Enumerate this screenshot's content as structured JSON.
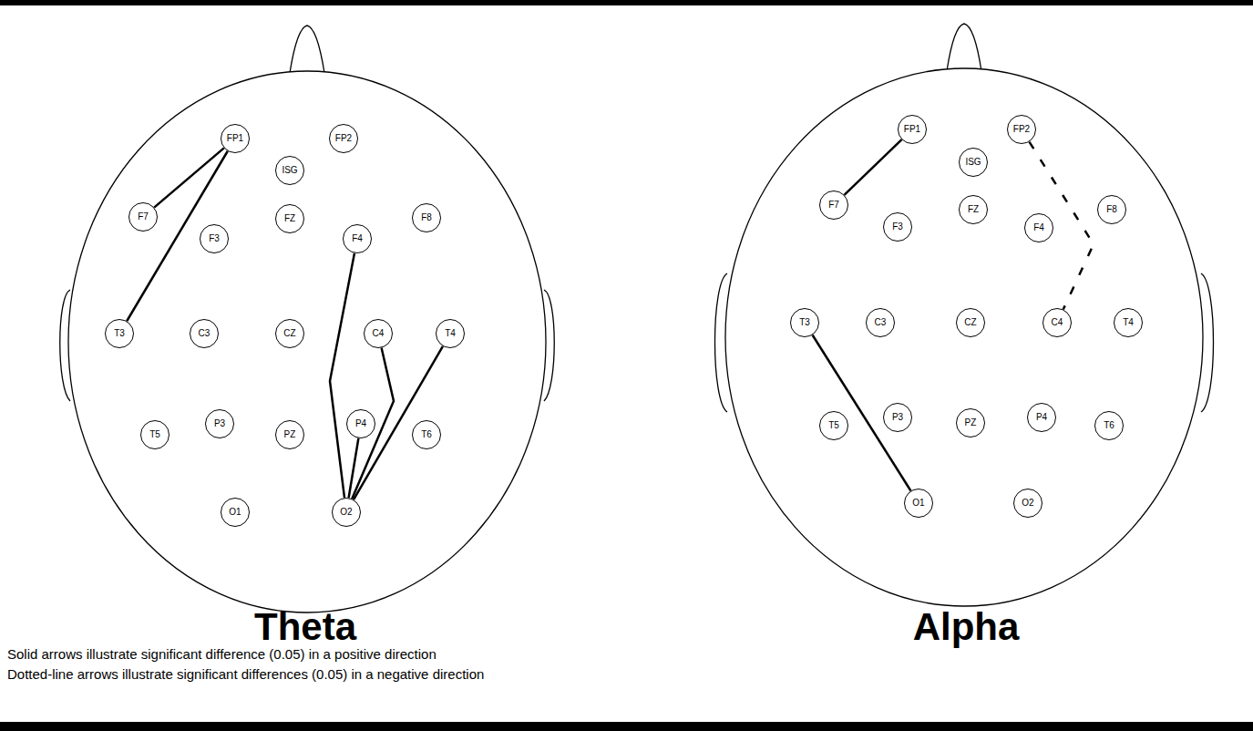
{
  "diagram": {
    "nodes": [
      {
        "text": [
          "FP1"
        ]
      },
      {
        "text": [
          "FP2"
        ]
      },
      {
        "text": [
          "ISG"
        ]
      },
      {
        "text": [
          "F7"
        ]
      },
      {
        "text": [
          "F3"
        ]
      },
      {
        "text": [
          "FZ"
        ]
      },
      {
        "text": [
          "F4"
        ]
      },
      {
        "text": [
          "F8"
        ]
      },
      {
        "text": [
          "T3"
        ]
      },
      {
        "text": [
          "C3"
        ]
      },
      {
        "text": [
          "CZ"
        ]
      },
      {
        "text": [
          "C4"
        ]
      },
      {
        "text": [
          "T4"
        ]
      },
      {
        "text": [
          "T5"
        ]
      },
      {
        "text": [
          "P3"
        ]
      },
      {
        "text": [
          "PZ"
        ]
      },
      {
        "text": [
          "P4"
        ]
      },
      {
        "text": [
          "T6"
        ]
      },
      {
        "text": [
          "O1"
        ]
      },
      {
        "text": [
          "O2"
        ]
      },
      {
        "text": [
          "FP1"
        ]
      },
      {
        "text": [
          "FP2"
        ]
      },
      {
        "text": [
          "ISG"
        ]
      },
      {
        "text": [
          "F7"
        ]
      },
      {
        "text": [
          "F3"
        ]
      },
      {
        "text": [
          "FZ"
        ]
      },
      {
        "text": [
          "F4"
        ]
      },
      {
        "text": [
          "F8"
        ]
      },
      {
        "text": [
          "T3"
        ]
      },
      {
        "text": [
          "C3"
        ]
      },
      {
        "text": [
          "CZ"
        ]
      },
      {
        "text": [
          "C4"
        ]
      },
      {
        "text": [
          "T4"
        ]
      },
      {
        "text": [
          "T5"
        ]
      },
      {
        "text": [
          "P3"
        ]
      },
      {
        "text": [
          "PZ"
        ]
      },
      {
        "text": [
          "P4"
        ]
      },
      {
        "text": [
          "T6"
        ]
      },
      {
        "text": [
          "O1"
        ]
      },
      {
        "text": [
          "O2"
        ]
      }
    ],
    "edges": [
      {
        "from": 0,
        "to": 3,
        "arrow": "none"
      },
      {
        "from": 0,
        "to": 8,
        "arrow": "none"
      },
      {
        "from": 6,
        "to": 19,
        "arrow": "none"
      },
      {
        "from": 11,
        "to": 19,
        "arrow": "none"
      },
      {
        "from": 12,
        "to": 19,
        "arrow": "none"
      },
      {
        "from": 16,
        "to": 19,
        "arrow": "none"
      },
      {
        "from": 20,
        "to": 23,
        "arrow": "none"
      },
      {
        "from": 28,
        "to": 38,
        "arrow": "none"
      },
      {
        "from": 21,
        "to": 31,
        "arrow": "none"
      }
    ],
    "labels": [
      "Theta",
      "Alpha",
      "Solid arrows illustrate significant difference (0.05) in a positive direction",
      "Dotted-line arrows illustrate significant differences (0.05) in a negative direction"
    ]
  }
}
